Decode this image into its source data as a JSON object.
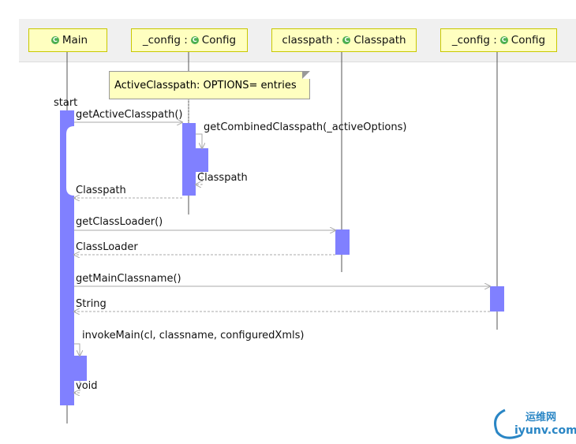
{
  "lifelines": [
    {
      "id": "main",
      "name": "Main",
      "prefix": "",
      "icon": "class-icon"
    },
    {
      "id": "config1",
      "name": "Config",
      "prefix": "_config :",
      "icon": "class-icon"
    },
    {
      "id": "classpath",
      "name": "Classpath",
      "prefix": "classpath :",
      "icon": "class-icon"
    },
    {
      "id": "config2",
      "name": "Config",
      "prefix": "_config :",
      "icon": "class-icon"
    }
  ],
  "note": {
    "text": "ActiveClasspath: OPTIONS= entries"
  },
  "start_label": "start",
  "messages": [
    {
      "id": "m1",
      "label": "getActiveClasspath()"
    },
    {
      "id": "m2",
      "label": "getCombinedClasspath(_activeOptions)"
    },
    {
      "id": "r2",
      "label": "Classpath"
    },
    {
      "id": "r1",
      "label": "Classpath"
    },
    {
      "id": "m3",
      "label": "getClassLoader()"
    },
    {
      "id": "r3",
      "label": "ClassLoader"
    },
    {
      "id": "m4",
      "label": "getMainClassname()"
    },
    {
      "id": "r4",
      "label": "String"
    },
    {
      "id": "m5",
      "label": "invokeMain(cl, classname, configuredXmls)"
    },
    {
      "id": "r5",
      "label": "void"
    }
  ],
  "watermark": {
    "cn": "运维网",
    "en": "iyunv.com"
  },
  "colors": {
    "activation": "#8080ff",
    "lifeline_box": "#ffffc0",
    "line": "#aaaaaa"
  }
}
